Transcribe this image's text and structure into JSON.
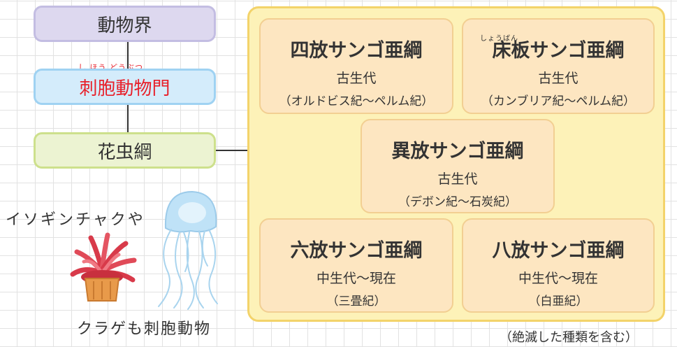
{
  "hierarchy": {
    "kingdom": "動物界",
    "phylum_reading": "し ほう どうぶつ",
    "phylum": "刺胞動物門",
    "class": "花虫綱"
  },
  "subclasses": [
    {
      "name": "四放サンゴ亜綱",
      "era": "古生代",
      "period": "（オルドビス紀〜ペルム紀）"
    },
    {
      "name": "床板サンゴ亜綱",
      "reading": "しょうばん",
      "era": "古生代",
      "period": "（カンブリア紀〜ペルム紀）"
    },
    {
      "name": "異放サンゴ亜綱",
      "era": "古生代",
      "period": "（デボン紀〜石炭紀）"
    },
    {
      "name": "六放サンゴ亜綱",
      "era": "中生代〜現在",
      "period": "（三畳紀）"
    },
    {
      "name": "八放サンゴ亜綱",
      "era": "中生代〜現在",
      "period": "（白亜紀）"
    }
  ],
  "illustrations": {
    "anemone_label": "イソギンチャクや",
    "jellyfish_label": "クラゲも刺胞動物",
    "anemone_icon": "sea-anemone-icon",
    "jellyfish_icon": "jellyfish-icon"
  },
  "caption": "（絶滅した種類を含む）",
  "colors": {
    "phylum_text": "#e8202a",
    "panel_bg": "#fdf2b8",
    "card_bg": "#fde6c1"
  }
}
